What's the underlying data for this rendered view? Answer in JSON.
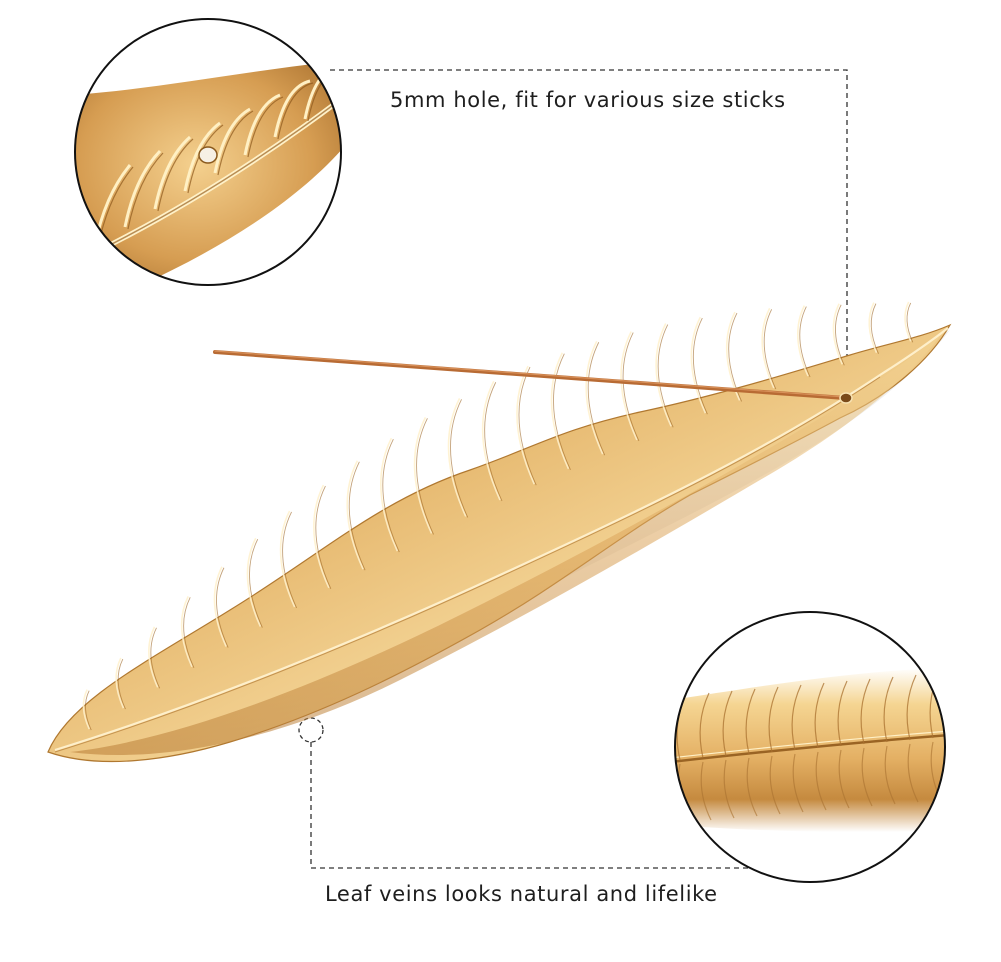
{
  "annotations": {
    "hole_caption": "5mm hole, fit for various size sticks",
    "veins_caption": "Leaf veins looks natural and lifelike"
  },
  "colors": {
    "background": "#ffffff",
    "gold_light": "#f7dca0",
    "gold_mid": "#e2b266",
    "gold_dark": "#a8702c",
    "incense_stick": "#b86b34",
    "callout_line": "#333333"
  },
  "leaf": {
    "vein_count": 26
  }
}
